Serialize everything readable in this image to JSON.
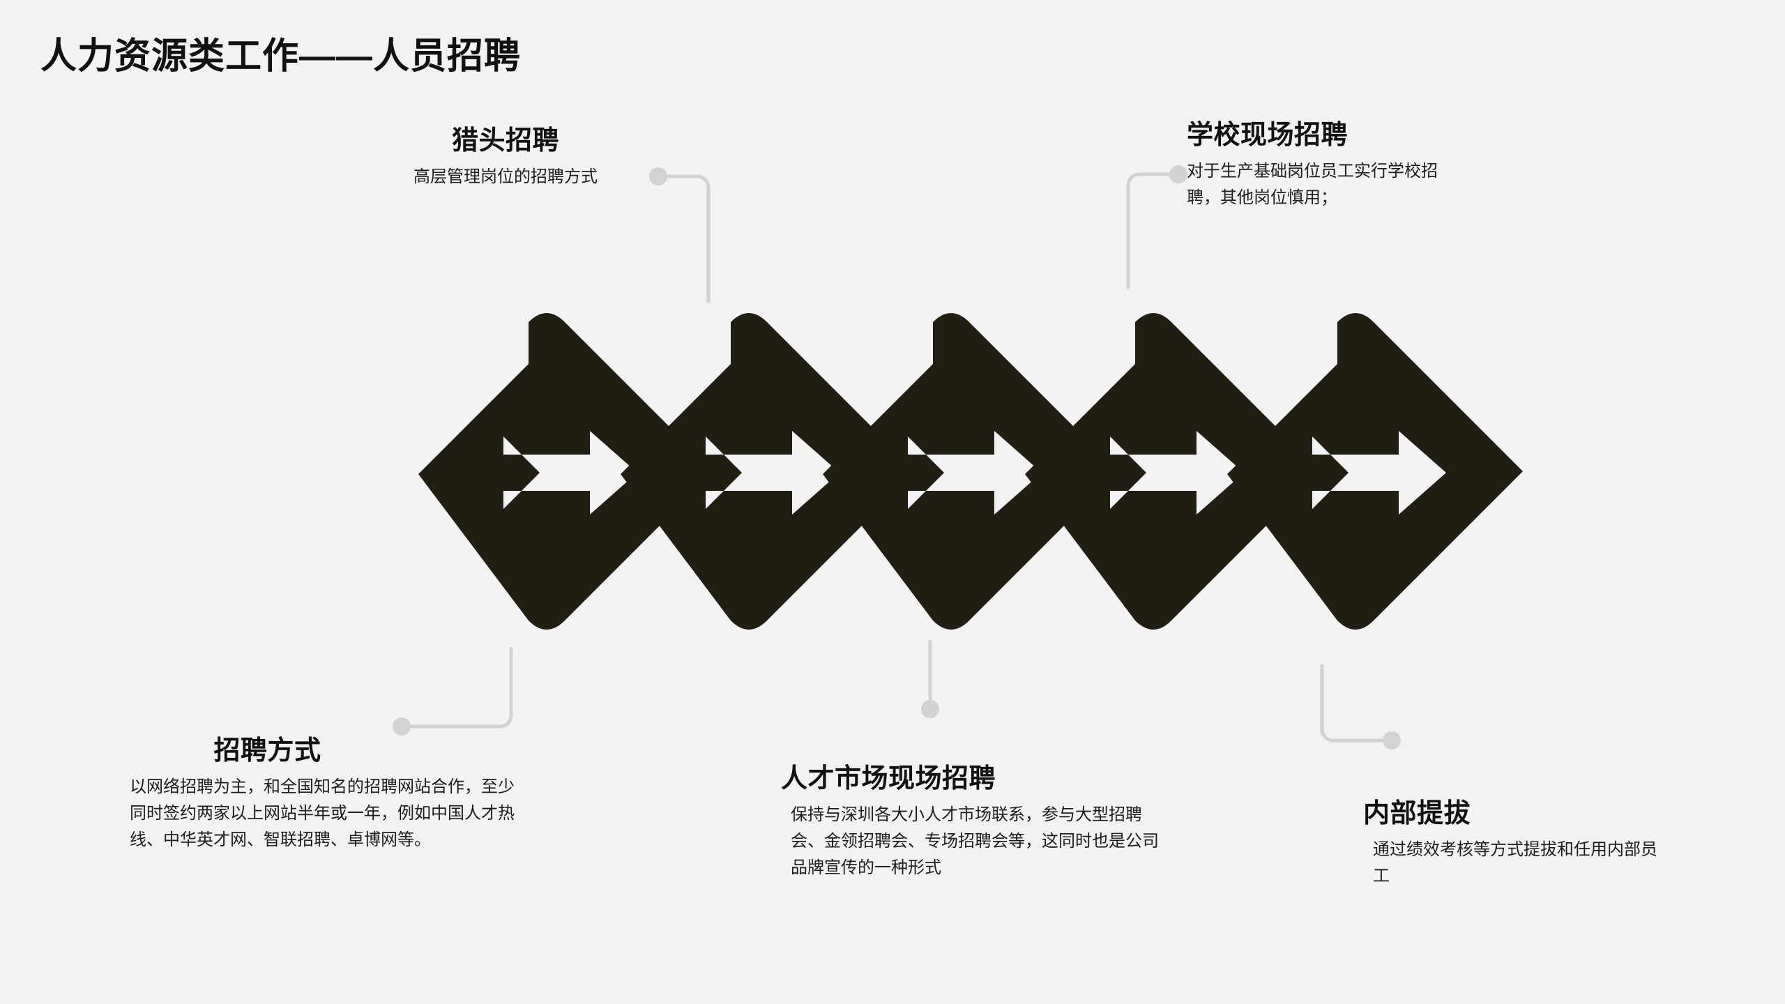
{
  "page": {
    "title": "人力资源类工作——人员招聘",
    "background_color": "#F2F2F2",
    "shape_color": "#211E14",
    "connector_color": "#D2D2D2",
    "text_color": "#111111"
  },
  "diagram": {
    "type": "chevron-process",
    "step_count": 5,
    "step_icon": "right-arrow-icon",
    "steps": [
      {
        "index": 1,
        "icon": "right-arrow-icon"
      },
      {
        "index": 2,
        "icon": "right-arrow-icon"
      },
      {
        "index": 3,
        "icon": "right-arrow-icon"
      },
      {
        "index": 4,
        "icon": "right-arrow-icon"
      },
      {
        "index": 5,
        "icon": "right-arrow-icon"
      }
    ]
  },
  "callouts": [
    {
      "id": "headhunt",
      "position": "top-left",
      "title": "猎头招聘",
      "body": "高层管理岗位的招聘方式"
    },
    {
      "id": "school",
      "position": "top-right",
      "title": "学校现场招聘",
      "body": "对于生产基础岗位员工实行学校招聘，其他岗位慎用；"
    },
    {
      "id": "method",
      "position": "bottom-left",
      "title": "招聘方式",
      "body": "以网络招聘为主，和全国知名的招聘网站合作，至少同时签约两家以上网站半年或一年，例如中国人才热线、中华英才网、智联招聘、卓博网等。"
    },
    {
      "id": "market",
      "position": "bottom-center",
      "title": "人才市场现场招聘",
      "body": "保持与深圳各大小人才市场联系，参与大型招聘会、金领招聘会、专场招聘会等，这同时也是公司品牌宣传的一种形式"
    },
    {
      "id": "promote",
      "position": "bottom-right",
      "title": "内部提拔",
      "body": "通过绩效考核等方式提拔和任用内部员工"
    }
  ]
}
